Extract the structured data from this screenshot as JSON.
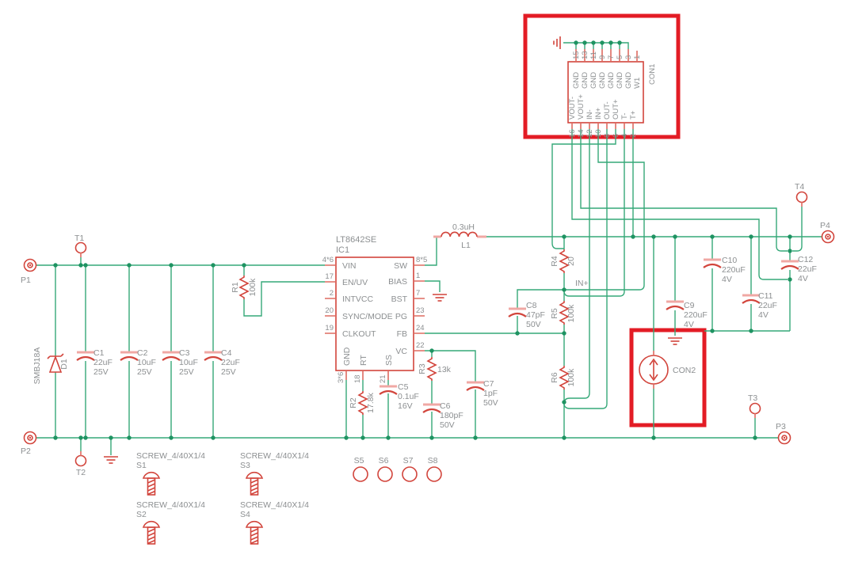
{
  "colors": {
    "wire": "#35a878",
    "junction": "#1f9362",
    "component": "#d2453c",
    "component_light": "#f0a8a4",
    "pin_stub": "#dd6b60",
    "annotation_box": "#e31c25",
    "label_text": "#8c8f91",
    "background": "#ffffff"
  },
  "terminals": {
    "t1": "T1",
    "t2": "T2",
    "t3": "T3",
    "t4": "T4"
  },
  "pads": {
    "p1": "P1",
    "p2": "P2",
    "p3": "P3",
    "p4": "P4"
  },
  "net_labels": {
    "in_plus": "IN+"
  },
  "diode": {
    "ref": "D1",
    "part": "SMBJ18A"
  },
  "inductor": {
    "ref": "L1",
    "value": "0.3uH"
  },
  "capacitors": {
    "c1": {
      "ref": "C1",
      "value": "22uF",
      "volt": "25V"
    },
    "c2": {
      "ref": "C2",
      "value": "10uF",
      "volt": "25V"
    },
    "c3": {
      "ref": "C3",
      "value": "10uF",
      "volt": "25V"
    },
    "c4": {
      "ref": "C4",
      "value": "22uF",
      "volt": "25V"
    },
    "c5": {
      "ref": "C5",
      "value": "0.1uF",
      "volt": "16V"
    },
    "c6": {
      "ref": "C6",
      "value": "180pF",
      "volt": "50V"
    },
    "c7": {
      "ref": "C7",
      "value": "1pF",
      "volt": "50V"
    },
    "c8": {
      "ref": "C8",
      "value": "47pF",
      "volt": "50V"
    },
    "c9": {
      "ref": "C9",
      "value": "220uF",
      "volt": "4V"
    },
    "c10": {
      "ref": "C10",
      "value": "220uF",
      "volt": "4V"
    },
    "c11": {
      "ref": "C11",
      "value": "22uF",
      "volt": "4V"
    },
    "c12": {
      "ref": "C12",
      "value": "22uF",
      "volt": "4V"
    }
  },
  "resistors": {
    "r1": {
      "ref": "R1",
      "value": "100k"
    },
    "r2": {
      "ref": "R2",
      "value": "17.8k"
    },
    "r3": {
      "ref": "R3",
      "value": "13k"
    },
    "r4": {
      "ref": "R4",
      "value": "20"
    },
    "r5": {
      "ref": "R5",
      "value": "100k"
    },
    "r6": {
      "ref": "R6",
      "value": "100k"
    }
  },
  "ic1": {
    "part": "LT8642SE",
    "ref": "IC1",
    "left_pins": [
      {
        "num": "4*6",
        "name": "VIN"
      },
      {
        "num": "17",
        "name": "EN/UV"
      },
      {
        "num": "2",
        "name": "INTVCC"
      },
      {
        "num": "20",
        "name": "SYNC/MODE"
      },
      {
        "num": "19",
        "name": "CLKOUT"
      }
    ],
    "right_pins": [
      {
        "num": "8*5",
        "name": "SW"
      },
      {
        "num": "1",
        "name": "BIAS"
      },
      {
        "num": "7",
        "name": "BST"
      },
      {
        "num": "23",
        "name": "PG"
      },
      {
        "num": "24",
        "name": "FB"
      },
      {
        "num": "22",
        "name": "VC"
      }
    ],
    "bottom_pins": [
      {
        "num": "3*6",
        "name": "GND"
      },
      {
        "num": "18",
        "name": "RT"
      },
      {
        "num": "21",
        "name": "SS"
      }
    ]
  },
  "con1": {
    "ref": "CON1",
    "top_pins": [
      {
        "num": "15",
        "name": "GND"
      },
      {
        "num": "13",
        "name": "GND"
      },
      {
        "num": "11",
        "name": "GND"
      },
      {
        "num": "9",
        "name": "GND"
      },
      {
        "num": "7",
        "name": "GND"
      },
      {
        "num": "5",
        "name": "GND"
      },
      {
        "num": "3",
        "name": "GND"
      },
      {
        "num": "1",
        "name": "W1"
      }
    ],
    "bottom_pins": [
      {
        "num": "16",
        "name": "VOUT-"
      },
      {
        "num": "14",
        "name": "VOUT+"
      },
      {
        "num": "12",
        "name": "IN-"
      },
      {
        "num": "10",
        "name": "IN+"
      },
      {
        "num": "8",
        "name": "OUT-"
      },
      {
        "num": "6",
        "name": "OUT+"
      },
      {
        "num": "4",
        "name": "T-"
      },
      {
        "num": "2",
        "name": "T+"
      }
    ]
  },
  "con2": {
    "ref": "CON2"
  },
  "screws": {
    "s1": {
      "part": "SCREW_4/40X1/4",
      "ref": "S1"
    },
    "s2": {
      "part": "SCREW_4/40X1/4",
      "ref": "S2"
    },
    "s3": {
      "part": "SCREW_4/40X1/4",
      "ref": "S3"
    },
    "s4": {
      "part": "SCREW_4/40X1/4",
      "ref": "S4"
    }
  },
  "round_pads": {
    "s5": "S5",
    "s6": "S6",
    "s7": "S7",
    "s8": "S8"
  }
}
